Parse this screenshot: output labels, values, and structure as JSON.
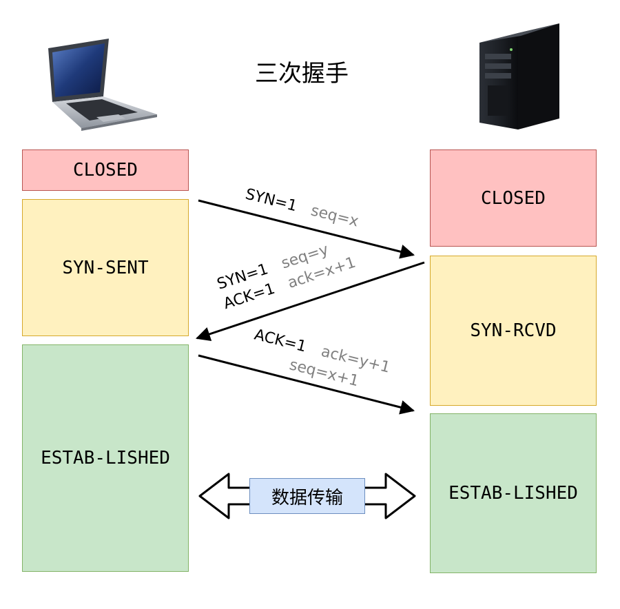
{
  "title": "三次握手",
  "client": {
    "states": [
      "CLOSED",
      "SYN-SENT",
      "ESTAB-LISHED"
    ]
  },
  "server": {
    "states": [
      "CLOSED",
      "SYN-RCVD",
      "ESTAB-LISHED"
    ]
  },
  "messages": [
    {
      "flags": "SYN=1",
      "params": "seq=x"
    },
    {
      "flags": [
        "SYN=1",
        "ACK=1"
      ],
      "params": [
        "seq=y",
        "ack=x+1"
      ]
    },
    {
      "flags": "ACK=1",
      "params": [
        "ack=y+1",
        "seq=x+1"
      ]
    }
  ],
  "data_transfer": "数据传输",
  "colors": {
    "closed": "#ffc1c1",
    "handshake": "#fff1bf",
    "established": "#c8e6c9",
    "transfer": "#d4e4fb",
    "param_text": "#808080"
  },
  "icons": [
    "laptop-icon",
    "server-icon"
  ]
}
